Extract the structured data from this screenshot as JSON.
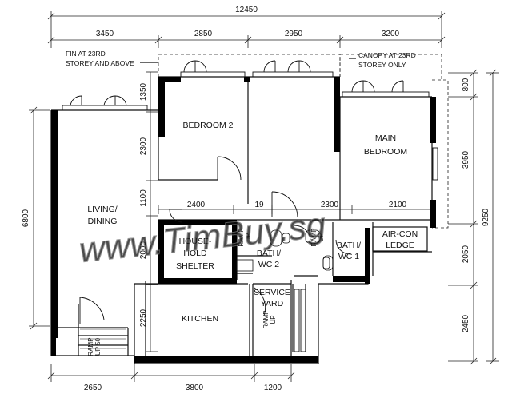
{
  "dimensions": {
    "overall_width": "12450",
    "top": [
      "3450",
      "2850",
      "2950",
      "3200"
    ],
    "bottom": [
      "2650",
      "3800",
      "1200"
    ],
    "left_height": "6800",
    "right": [
      "800",
      "3950",
      "2050",
      "2450"
    ],
    "right_overall": "9250",
    "inner_vertical": [
      "1350",
      "2300",
      "1100",
      "2000",
      "2250"
    ],
    "inner_horizontal": [
      "2400",
      "19",
      "2300",
      "2100"
    ]
  },
  "rooms": {
    "bedroom2": "BEDROOM 2",
    "main_bedroom": [
      "MAIN",
      "BEDROOM"
    ],
    "living_dining": [
      "LIVING/",
      "DINING"
    ],
    "household_shelter": [
      "HOUSE-",
      "HOLD",
      "SHELTER"
    ],
    "bath_wc2": [
      "BATH/",
      "WC 2"
    ],
    "bath_wc1": [
      "BATH/",
      "WC 1"
    ],
    "aircon_ledge": [
      "AIR-CON",
      "LEDGE"
    ],
    "service_yard": [
      "SERVICE",
      "YARD"
    ],
    "kitchen": "KITCHEN"
  },
  "notes": {
    "fin": [
      "FIN AT 23RD",
      "STOREY AND ABOVE"
    ],
    "canopy": [
      "CANOPY AT 23RD",
      "STOREY ONLY"
    ],
    "ramp_up": [
      "RAMP",
      "UP"
    ],
    "ramp_up_50": [
      "RAMP",
      "UP 50"
    ]
  },
  "watermark": "www.TimBuy.sg"
}
